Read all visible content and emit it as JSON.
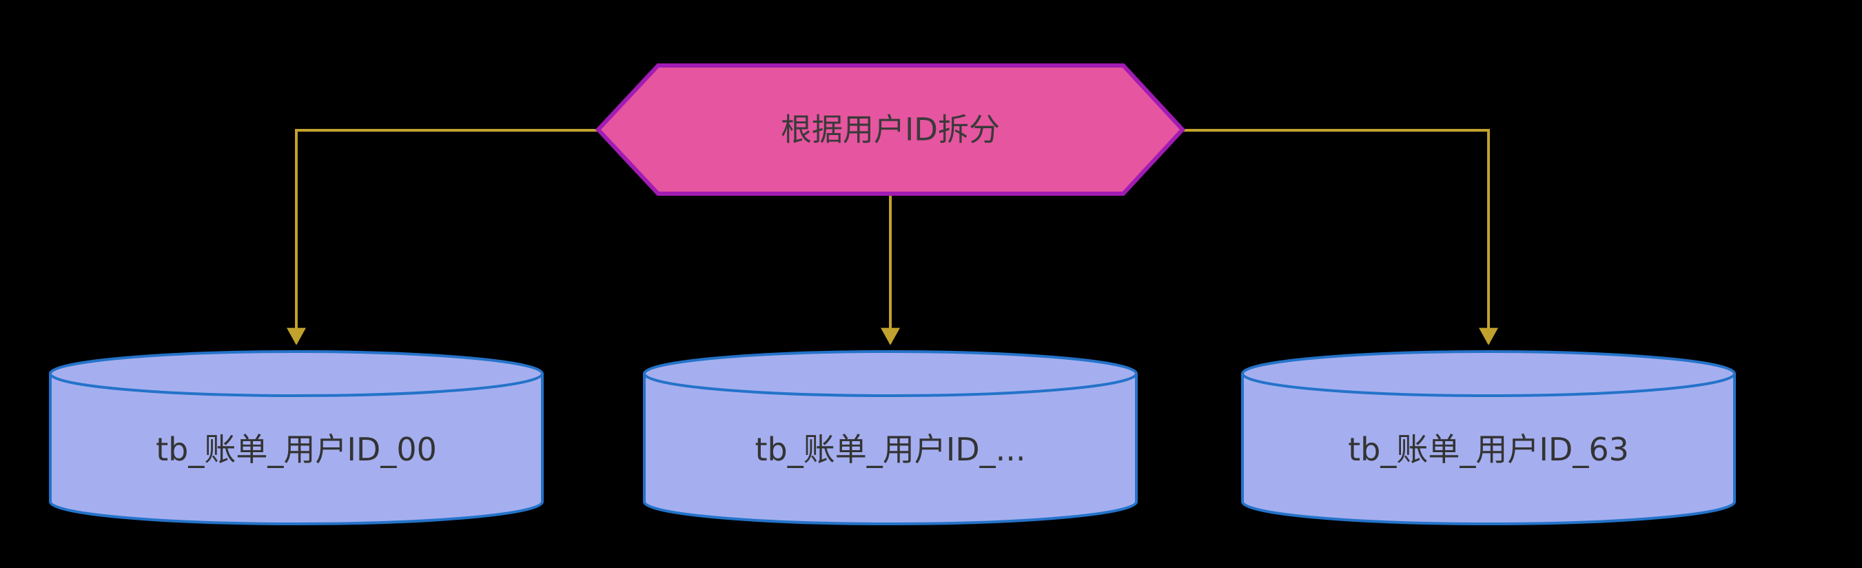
{
  "diagram": {
    "type": "flowchart",
    "background_color": "#000000",
    "splitter": {
      "label": "根据用户ID拆分",
      "shape": "hexagon",
      "fill_color": "#e6559f",
      "border_color": "#a21cb4",
      "text_color": "#3a3a3a"
    },
    "tables": [
      {
        "label": "tb_账单_用户ID_00"
      },
      {
        "label": "tb_账单_用户ID_..."
      },
      {
        "label": "tb_账单_用户ID_63"
      }
    ],
    "table_style": {
      "shape": "database-cylinder",
      "fill_color": "#a5afef",
      "border_color": "#2473c9",
      "text_color": "#333333"
    },
    "connector_color": "#c2a22e"
  }
}
